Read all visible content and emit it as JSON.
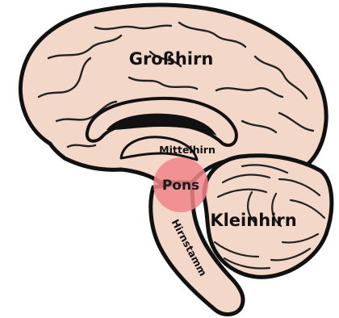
{
  "labels": {
    "cerebrum": "Großhirn",
    "midbrain": "Mittelhirn",
    "pons": "Pons",
    "cerebellum": "Kleinhirn",
    "brainstem": "Hirnstamm"
  },
  "colors": {
    "tissue": "#f3d7c9",
    "outline": "#111111",
    "highlight": "#f1858a",
    "cavity": "#111111"
  }
}
